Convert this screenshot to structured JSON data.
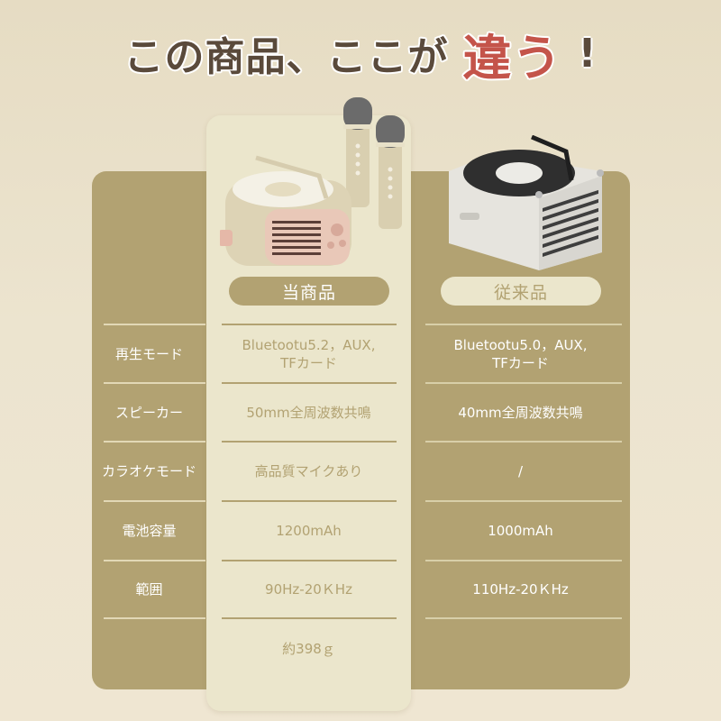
{
  "headline": {
    "prefix": "この商品、ここが",
    "accent": "違う",
    "suffix": "!",
    "accent_color": "#c4544a",
    "text_color": "#5a4a3b"
  },
  "columns": {
    "ours_label": "当商品",
    "theirs_label": "従来品"
  },
  "colors": {
    "olive": "#b2a272",
    "cream": "#ebe6cc",
    "background": "#ece4cf"
  },
  "products": {
    "ours": "speaker-with-two-microphones",
    "theirs": "turntable-style-speaker"
  },
  "rows": [
    {
      "label": "再生モード",
      "ours": "Bluetootu5.2，AUX,\nTFカード",
      "theirs": "Bluetootu5.0，AUX,\nTFカード"
    },
    {
      "label": "スピーカー",
      "ours": "50mm全周波数共鳴",
      "theirs": "40mm全周波数共鳴"
    },
    {
      "label": "カラオケモード",
      "ours": "高品質マイクあり",
      "theirs": "/"
    },
    {
      "label": "電池容量",
      "ours": "1200mAh",
      "theirs": "1000mAh"
    },
    {
      "label": "範囲",
      "ours": "90Hz-20ＫHz",
      "theirs": "110Hz-20ＫHz"
    },
    {
      "label": "",
      "ours": "約398ｇ",
      "theirs": ""
    }
  ]
}
